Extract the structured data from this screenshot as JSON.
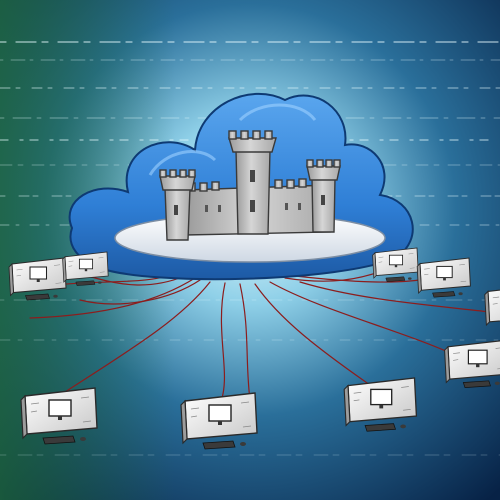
{
  "scene": {
    "subject": "cloud-with-castle",
    "colors": {
      "background_dark": "#072246",
      "background_mid": "#2a6f9a",
      "background_glow": "#dff6ff",
      "cloud_blue": "#2f7fd6",
      "cloud_rim": "#dfe7f1",
      "castle_stone": "#c9c9c9",
      "castle_shadow": "#8e8e8e",
      "network_line": "#8c1d1d",
      "monitor_frame": "#f2f2f2",
      "monitor_screen": "#ffffff",
      "keyboard": "#3a3a3a"
    },
    "terminals": [
      {
        "name": "terminal-left-back"
      },
      {
        "name": "terminal-left-mid"
      },
      {
        "name": "terminal-right-back"
      },
      {
        "name": "terminal-right-mid"
      },
      {
        "name": "terminal-right-edge"
      },
      {
        "name": "terminal-right-front"
      },
      {
        "name": "terminal-front-left"
      },
      {
        "name": "terminal-front-center"
      },
      {
        "name": "terminal-front-right"
      }
    ]
  }
}
